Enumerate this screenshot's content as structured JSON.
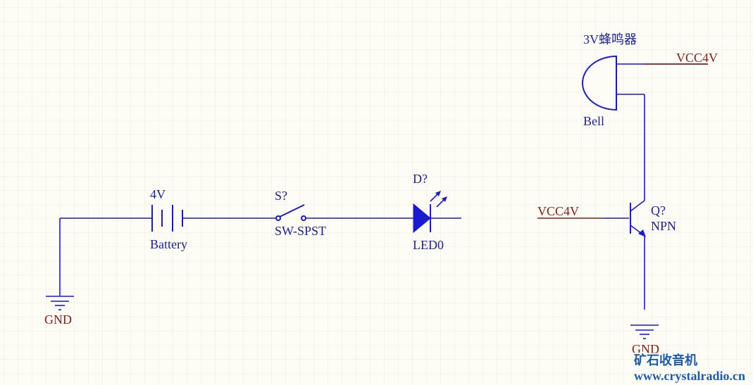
{
  "components": {
    "battery": {
      "value": "4V",
      "name": "Battery"
    },
    "switch": {
      "designator": "S?",
      "name": "SW-SPST"
    },
    "led": {
      "designator": "D?",
      "name": "LED0"
    },
    "buzzer": {
      "value": "3V蜂鸣器",
      "name": "Bell"
    },
    "transistor": {
      "designator": "Q?",
      "name": "NPN"
    }
  },
  "nets": {
    "ground_left": "GND",
    "vcc_top": "VCC4V",
    "vcc_left": "VCC4V",
    "ground_right": "GND"
  },
  "watermark": {
    "title": "矿石收音机",
    "url": "www.crystalradio.cn"
  },
  "colors": {
    "background": "#fdfcf5",
    "grid": "#ecebe0",
    "wire": "#1a1ad0",
    "label": "#1c22a0",
    "net_label": "#8a1c14",
    "watermark": "#1d5aa8"
  }
}
